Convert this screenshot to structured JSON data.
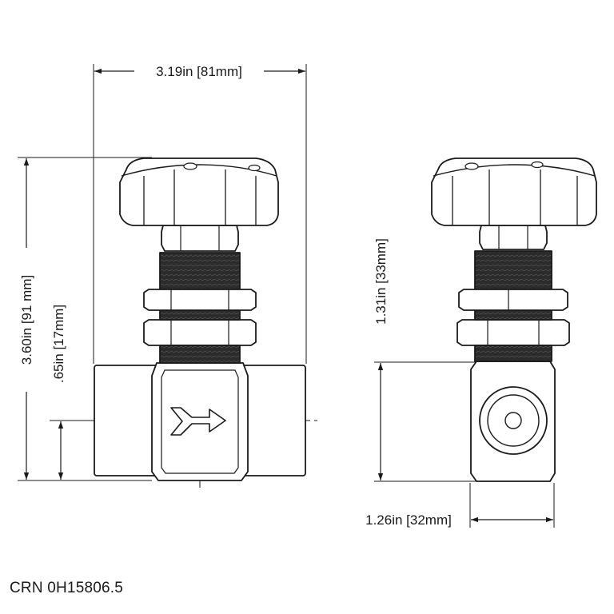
{
  "dimensions": {
    "overall_width": "3.19in [81mm]",
    "overall_height": "3.60in [91 mm]",
    "centerline_height": ".65in [17mm]",
    "side_height": "1.31in [33mm]",
    "side_width": "1.26in [32mm]"
  },
  "part_number": "CRN 0H15806.5",
  "colors": {
    "line": "#1a1a1a",
    "thread": "#2a2a2a",
    "background": "#ffffff"
  }
}
